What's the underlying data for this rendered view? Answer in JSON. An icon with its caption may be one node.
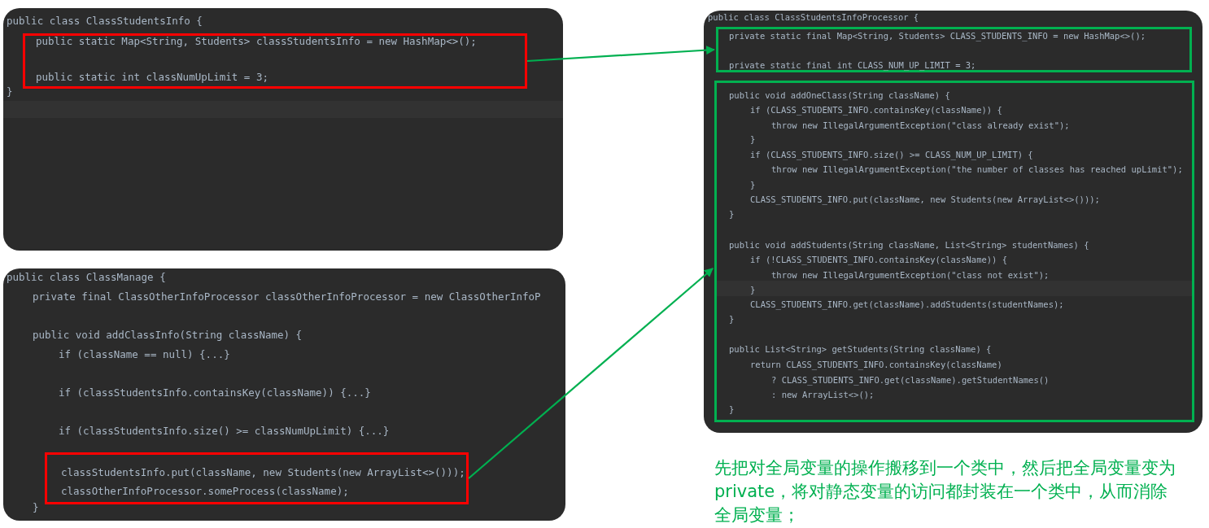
{
  "diagram": {
    "nodes": [
      {
        "text": [
          "public class ClassStudentsInfo {",
          "}"
        ]
      },
      {
        "text": [
          "public static Map<String, Students> classStudentsInfo = new HashMap<>();",
          "public static int classNumUpLimit = 3;"
        ],
        "in": 0
      },
      {
        "text": [
          "public class ClassManage {",
          "private final ClassOtherInfoProcessor classOtherInfoProcessor = new ClassOtherInfoP",
          "public void addClassInfo(String className) {",
          "if (className == null) {...}",
          "if (classStudentsInfo.containsKey(className)) {...}",
          "if (classStudentsInfo.size() >= classNumUpLimit) {...}",
          "}"
        ]
      },
      {
        "text": [
          "classStudentsInfo.put(className, new Students(new ArrayList<>()));",
          "classOtherInfoProcessor.someProcess(className);"
        ],
        "in": 2
      },
      {
        "text": [
          "public class ClassStudentsInfoProcessor {"
        ]
      },
      {
        "text": [
          "private static final Map<String, Students> CLASS_STUDENTS_INFO = new HashMap<>();",
          "private static final int CLASS_NUM_UP_LIMIT = 3;"
        ],
        "in": 4
      },
      {
        "text": [
          "public void addOneClass(String className) {",
          "if (CLASS_STUDENTS_INFO.containsKey(className)) {",
          "throw new IllegalArgumentException(\"class already exist\");",
          "}",
          "if (CLASS_STUDENTS_INFO.size() >= CLASS_NUM_UP_LIMIT) {",
          "throw new IllegalArgumentException(\"the number of classes has reached upLimit\");",
          "}",
          "CLASS_STUDENTS_INFO.put(className, new Students(new ArrayList<>()));",
          "}",
          "public void addStudents(String className, List<String> studentNames) {",
          "if (!CLASS_STUDENTS_INFO.containsKey(className)) {",
          "throw new IllegalArgumentException(\"class not exist\");",
          "}",
          "CLASS_STUDENTS_INFO.get(className).addStudents(studentNames);",
          "}",
          "public List<String> getStudents(String className) {",
          "return CLASS_STUDENTS_INFO.containsKey(className)",
          "? CLASS_STUDENTS_INFO.get(className).getStudentNames()",
          ": new ArrayList<>();",
          "}"
        ],
        "in": 4
      }
    ],
    "edges": [
      {
        "from": 1,
        "to": 5,
        "arrow": "to"
      },
      {
        "from": 3,
        "to": 6,
        "arrow": "to"
      }
    ],
    "labels": [
      "先把对全局变量的操作搬移到一个类中，然后把全局变量变为private，将对静态变量的访问都封装在一个类中，从而消除全局变量；"
    ]
  }
}
